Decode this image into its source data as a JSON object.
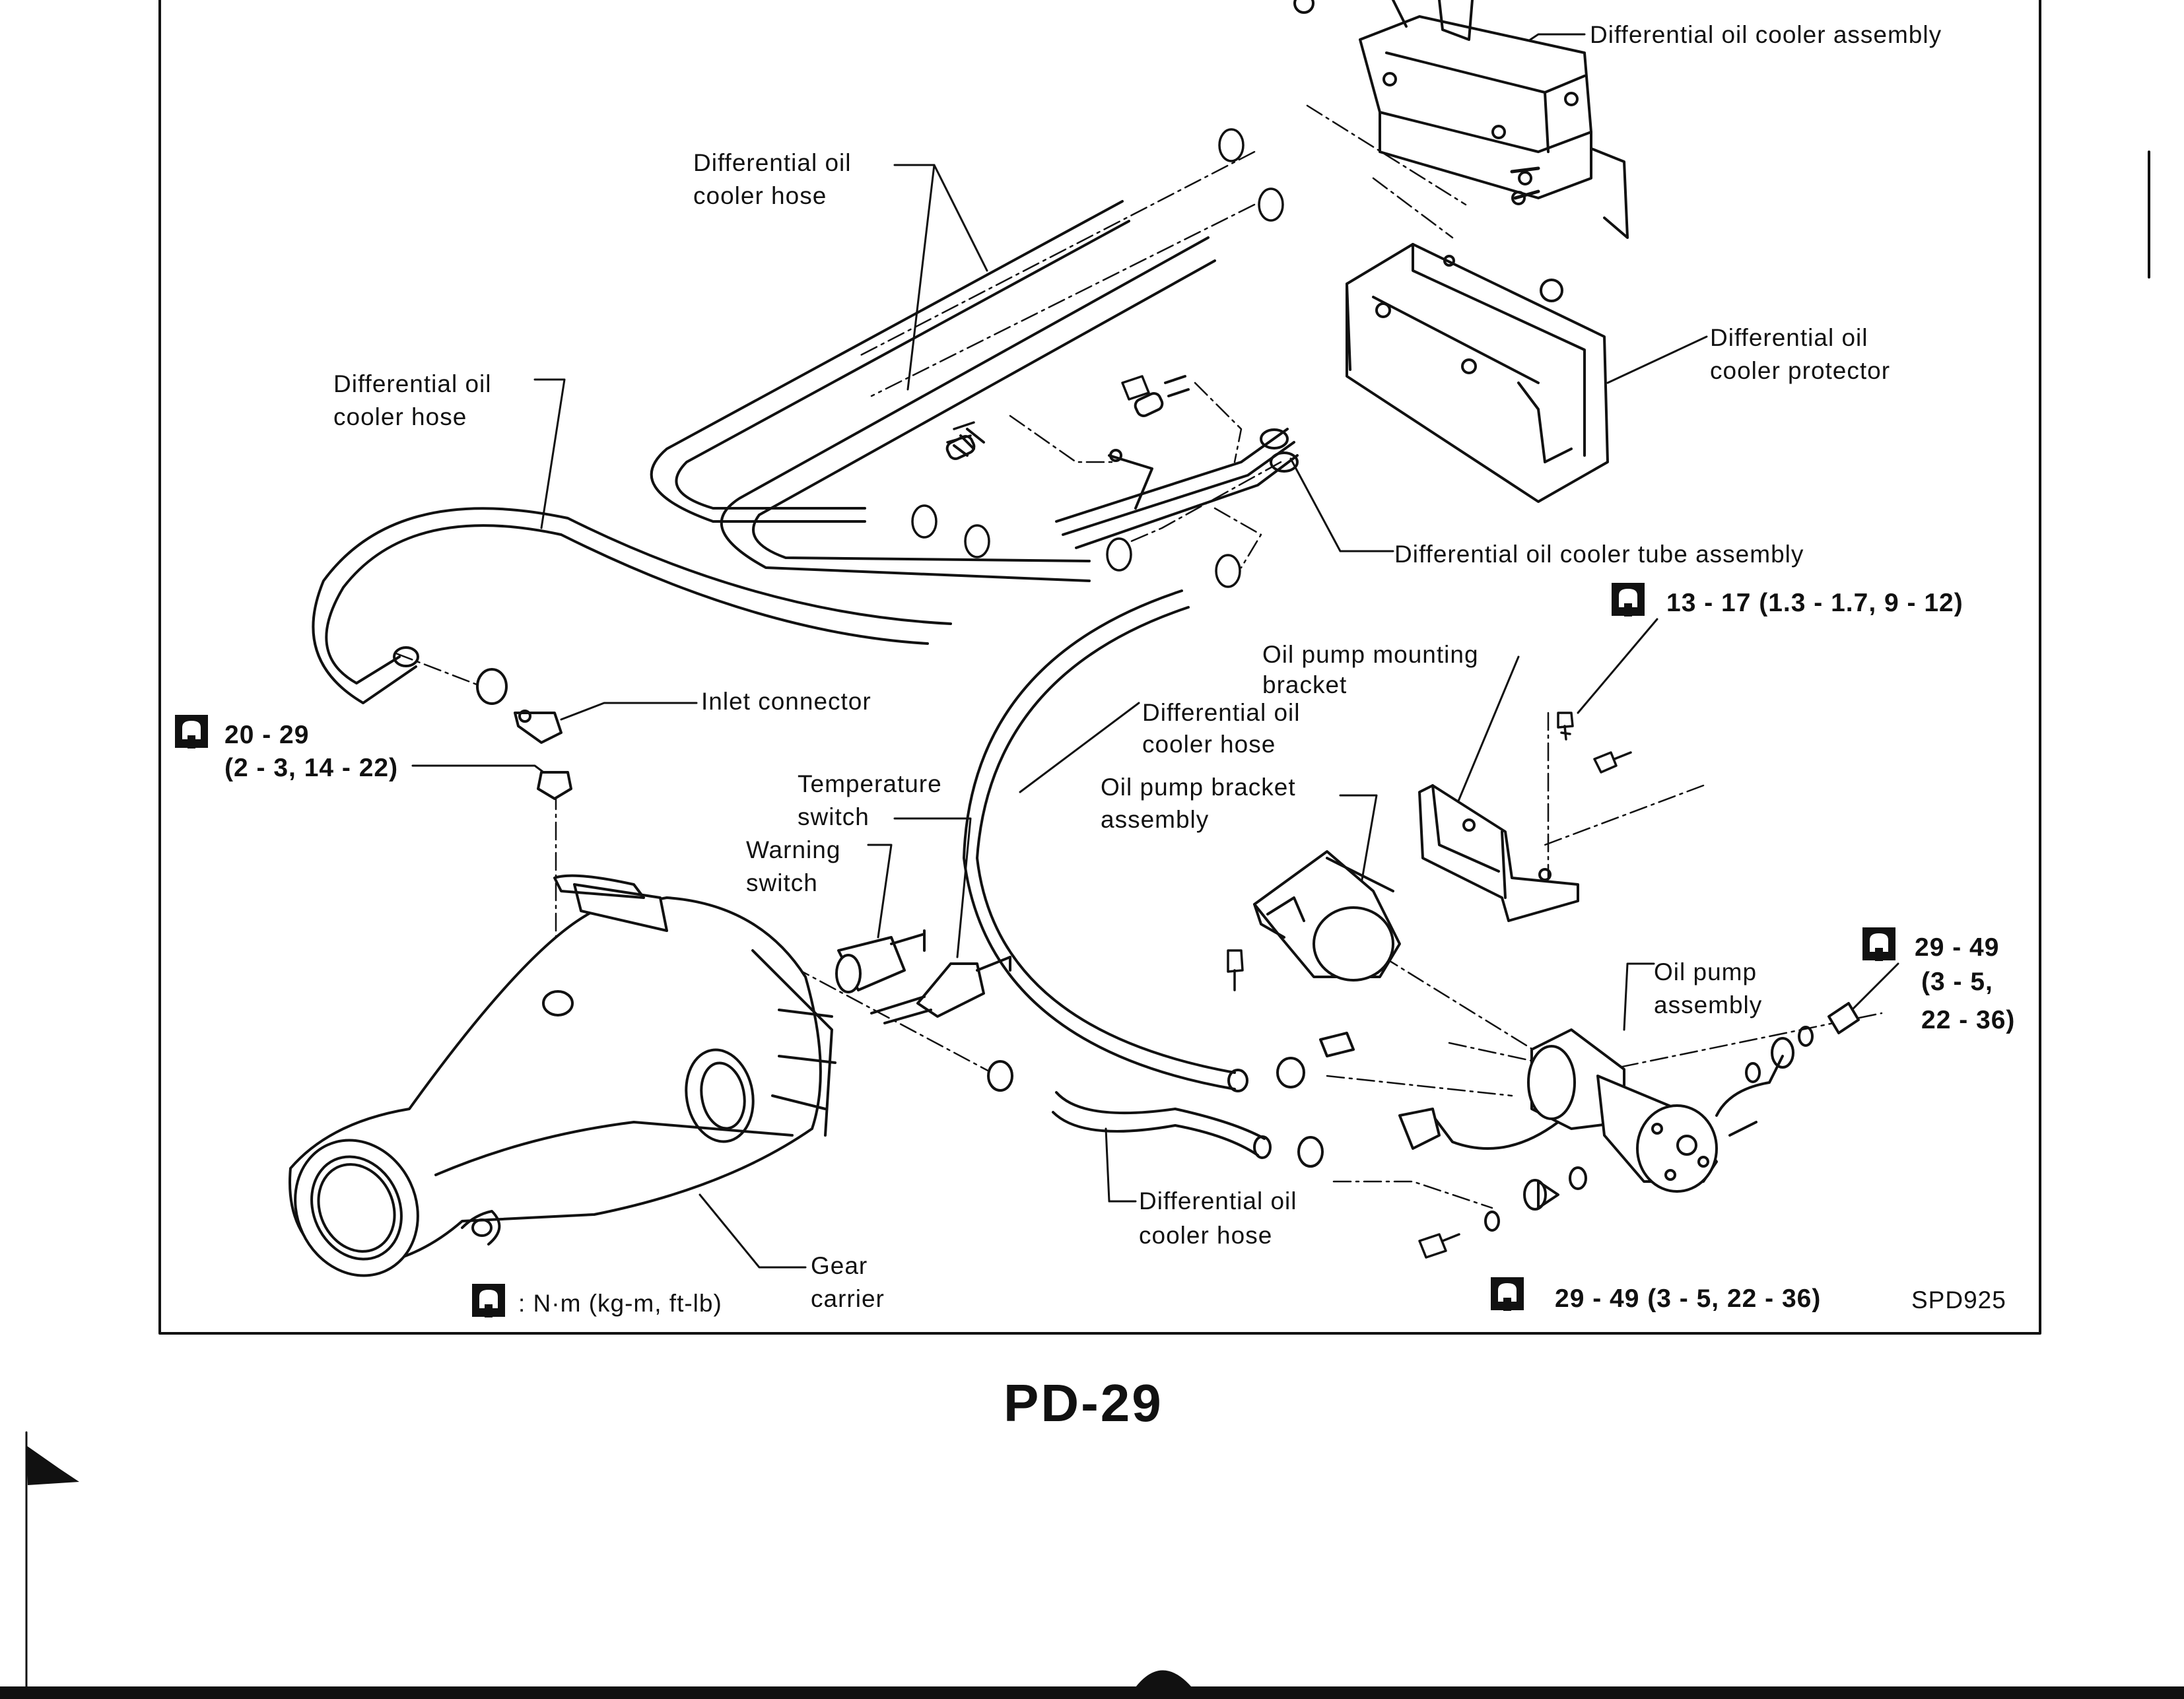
{
  "labels": {
    "cooler_assembly": "Differential oil cooler assembly",
    "hose_top": [
      "Differential oil",
      "cooler hose"
    ],
    "hose_left": [
      "Differential oil",
      "cooler hose"
    ],
    "protector": [
      "Differential oil",
      "cooler protector"
    ],
    "tube_assembly": "Differential oil cooler tube assembly",
    "inlet_connector": "Inlet connector",
    "pump_mount_bracket": [
      "Oil pump mounting",
      "bracket"
    ],
    "hose_mid": [
      "Differential oil",
      "cooler hose"
    ],
    "pump_bracket_assembly": [
      "Oil pump bracket",
      "assembly"
    ],
    "temperature_switch": [
      "Temperature",
      "switch"
    ],
    "warning_switch": [
      "Warning",
      "switch"
    ],
    "oil_pump_assembly": [
      "Oil pump",
      "assembly"
    ],
    "hose_bottom": [
      "Differential oil",
      "cooler hose"
    ],
    "gear_carrier": [
      "Gear",
      "carrier"
    ]
  },
  "torque_specs": {
    "t1": "13 - 17 (1.3 - 1.7, 9 - 12)",
    "t2": [
      "20 - 29",
      "(2 - 3, 14 - 22)"
    ],
    "t3": [
      "29 - 49",
      "(3 - 5,",
      "22 - 36)"
    ],
    "t4": "29 - 49 (3 - 5, 22 - 36)"
  },
  "legend": ": N·m (kg-m, ft-lb)",
  "figure_code": "SPD925",
  "page_number": "PD-29",
  "icons": [
    "torque-wrench-icon"
  ]
}
